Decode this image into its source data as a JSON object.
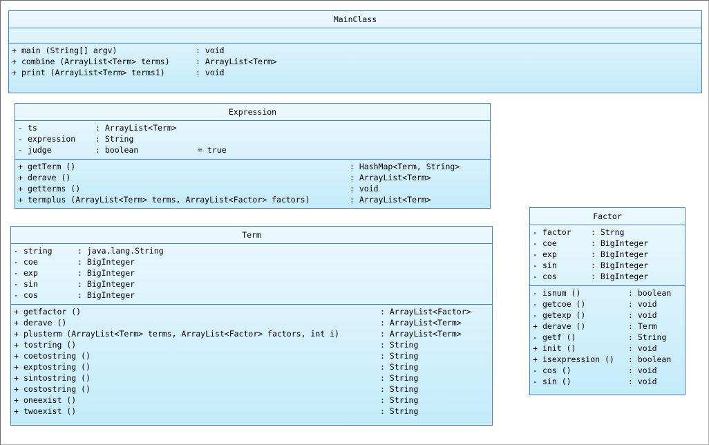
{
  "classes": {
    "main": {
      "name": "MainClass",
      "attributes": [],
      "operations": [
        {
          "vis": "+",
          "name": "main (String[] argv)",
          "type": ": void"
        },
        {
          "vis": "+",
          "name": "combine (ArrayList<Term> terms)",
          "type": ": ArrayList<Term>"
        },
        {
          "vis": "+",
          "name": "print (ArrayList<Term> terms1)",
          "type": ": void"
        }
      ]
    },
    "expression": {
      "name": "Expression",
      "attributes": [
        {
          "vis": "-",
          "name": "ts",
          "type": ": ArrayList<Term>",
          "init": ""
        },
        {
          "vis": "-",
          "name": "expression",
          "type": ": String",
          "init": ""
        },
        {
          "vis": "-",
          "name": "judge",
          "type": ": boolean",
          "init": "= true"
        }
      ],
      "operations": [
        {
          "vis": "+",
          "name": "getTerm ()",
          "type": ": HashMap<Term, String>"
        },
        {
          "vis": "+",
          "name": "derave ()",
          "type": ": ArrayList<Term>"
        },
        {
          "vis": "+",
          "name": "getterms ()",
          "type": ": void"
        },
        {
          "vis": "+",
          "name": "termplus (ArrayList<Term> terms, ArrayList<Factor> factors)",
          "type": ": ArrayList<Term>"
        }
      ]
    },
    "term": {
      "name": "Term",
      "attributes": [
        {
          "vis": "-",
          "name": "string",
          "type": ": java.lang.String"
        },
        {
          "vis": "-",
          "name": "coe",
          "type": ": BigInteger"
        },
        {
          "vis": "-",
          "name": "exp",
          "type": ": BigInteger"
        },
        {
          "vis": "-",
          "name": "sin",
          "type": ": BigInteger"
        },
        {
          "vis": "-",
          "name": "cos",
          "type": ": BigInteger"
        }
      ],
      "operations": [
        {
          "vis": "+",
          "name": "getfactor ()",
          "type": ": ArrayList<Factor>"
        },
        {
          "vis": "+",
          "name": "derave ()",
          "type": ": ArrayList<Term>"
        },
        {
          "vis": "+",
          "name": "plusterm (ArrayList<Term> terms, ArrayList<Factor> factors, int i)",
          "type": ": ArrayList<Term>"
        },
        {
          "vis": "+",
          "name": "tostring ()",
          "type": ": String"
        },
        {
          "vis": "+",
          "name": "coetostring ()",
          "type": ": String"
        },
        {
          "vis": "+",
          "name": "exptostring ()",
          "type": ": String"
        },
        {
          "vis": "+",
          "name": "sintostring ()",
          "type": ": String"
        },
        {
          "vis": "+",
          "name": "costostring ()",
          "type": ": String"
        },
        {
          "vis": "+",
          "name": "oneexist ()",
          "type": ": String"
        },
        {
          "vis": "+",
          "name": "twoexist ()",
          "type": ": String"
        }
      ]
    },
    "factor": {
      "name": "Factor",
      "attributes": [
        {
          "vis": "-",
          "name": "factor",
          "type": ": Strng"
        },
        {
          "vis": "-",
          "name": "coe",
          "type": ": BigInteger"
        },
        {
          "vis": "-",
          "name": "exp",
          "type": ": BigInteger"
        },
        {
          "vis": "-",
          "name": "sin",
          "type": ": BigInteger"
        },
        {
          "vis": "-",
          "name": "cos",
          "type": ": BigInteger"
        }
      ],
      "operations": [
        {
          "vis": "-",
          "name": "isnum ()",
          "type": ": boolean"
        },
        {
          "vis": "-",
          "name": "getcoe ()",
          "type": ": void"
        },
        {
          "vis": "-",
          "name": "getexp ()",
          "type": ": void"
        },
        {
          "vis": "+",
          "name": "derave ()",
          "type": ": Term"
        },
        {
          "vis": "-",
          "name": "getf ()",
          "type": ": String"
        },
        {
          "vis": "+",
          "name": "init ()",
          "type": ": void"
        },
        {
          "vis": "+",
          "name": "isexpression ()",
          "type": ": boolean"
        },
        {
          "vis": "-",
          "name": "cos ()",
          "type": ": void"
        },
        {
          "vis": "-",
          "name": "sin ()",
          "type": ": void"
        }
      ]
    }
  }
}
